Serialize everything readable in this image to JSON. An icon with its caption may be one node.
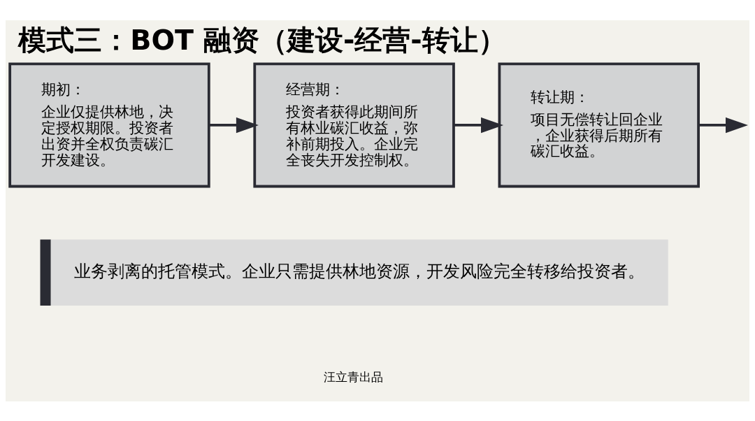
{
  "diagram": {
    "title": "模式三：BOT 融资（建设-经营-转让）",
    "nodes": [
      {
        "text": [
          "期初：",
          "企业仅提供林地，决定授权期限。投资者出资并全权负责碳汇开发建设。"
        ]
      },
      {
        "text": [
          "经营期：",
          "投资者获得此期间所有林业碳汇收益，弥补前期投入。企业完全丧失开发控制权。"
        ]
      },
      {
        "text": [
          "转让期：",
          "项目无偿转让回企业，企业获得后期所有碳汇收益。"
        ]
      },
      {
        "text": [
          "业务剥离的托管模式。企业只需提供林地资源，开发风险完全转移给投资者。"
        ]
      }
    ],
    "edges": [
      {
        "from": 0,
        "to": 1,
        "arrow": "to"
      },
      {
        "from": 1,
        "to": 2,
        "arrow": "to"
      },
      {
        "from": 2,
        "to": null,
        "arrow": "to"
      }
    ],
    "labels": [
      "汪立青出品"
    ]
  }
}
